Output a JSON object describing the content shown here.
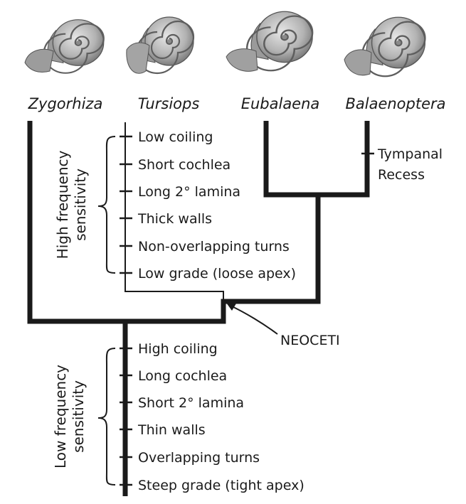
{
  "taxa": {
    "zygorhiza": "Zygorhiza",
    "tursiops": "Tursiops",
    "eubalaena": "Eubalaena",
    "balaenoptera": "Balaenoptera"
  },
  "high_group": {
    "label_line1": "High frequency",
    "label_line2": "sensitivity",
    "traits": [
      "Low coiling",
      "Short cochlea",
      "Long 2° lamina",
      "Thick walls",
      "Non-overlapping turns",
      "Low grade (loose apex)"
    ]
  },
  "low_group": {
    "label_line1": "Low frequency",
    "label_line2": "sensitivity",
    "traits": [
      "High coiling",
      "Long cochlea",
      "Short 2° lamina",
      "Thin walls",
      "Overlapping turns",
      "Steep grade (tight apex)"
    ]
  },
  "tympanal": {
    "line1": "Tympanal",
    "line2": "Recess"
  },
  "node_label": "NEOCETI",
  "colors": {
    "ink": "#1a1a1a",
    "shell_light": "#dcdcdc",
    "shell_mid": "#a9a9a9",
    "shell_dark": "#6e6e6e"
  },
  "icons": [
    "cochlea-icon"
  ]
}
